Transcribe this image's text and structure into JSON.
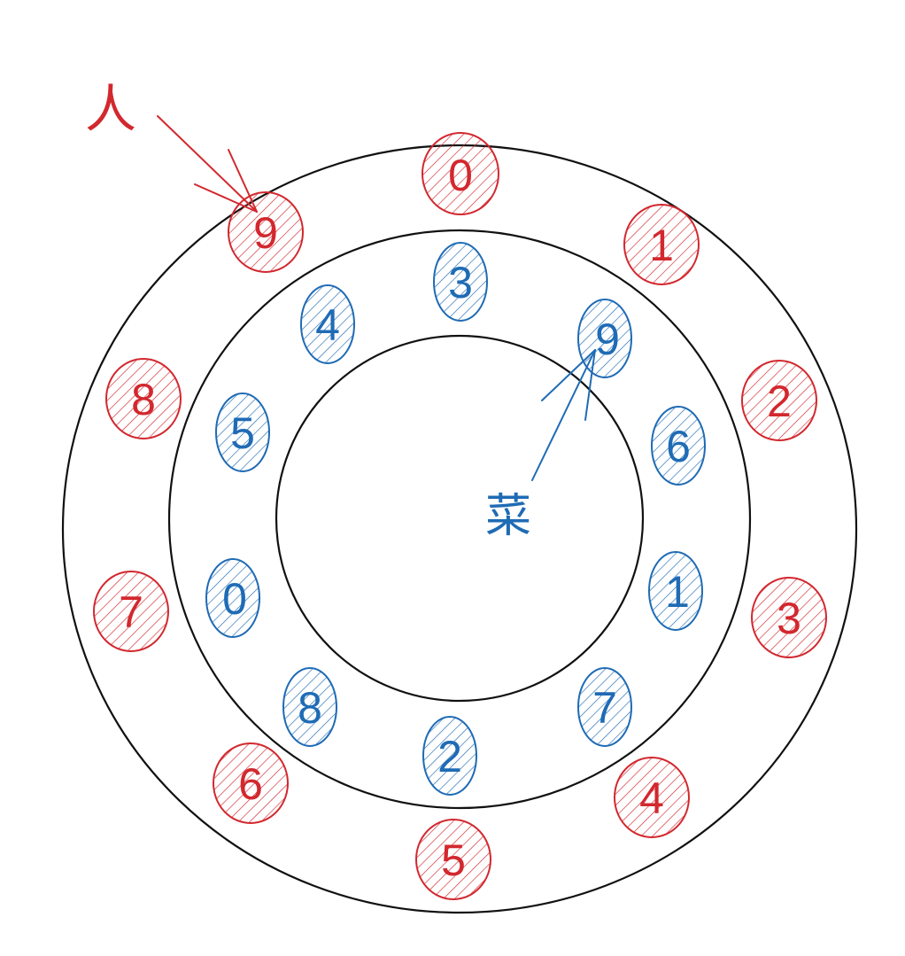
{
  "colors": {
    "red": "#d2282e",
    "blue": "#1f6bb5",
    "ring": "#111111",
    "background": "#ffffff"
  },
  "person_label": "人",
  "dish_label": "菜",
  "outer_numbers": [
    "0",
    "1",
    "2",
    "3",
    "4",
    "5",
    "6",
    "7",
    "8",
    "9"
  ],
  "inner_numbers": [
    "3",
    "9",
    "6",
    "1",
    "7",
    "2",
    "8",
    "0",
    "5",
    "4"
  ]
}
